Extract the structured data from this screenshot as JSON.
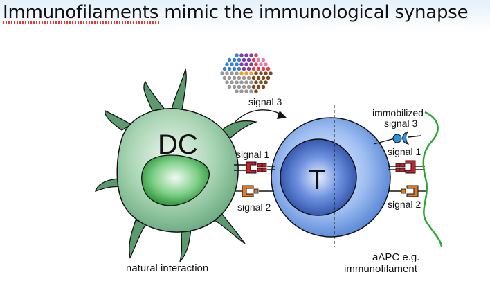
{
  "title": "Immunofilaments mimic the immunological synapse",
  "labels": {
    "dc": "DC",
    "t": "T",
    "signal3_top": "signal 3",
    "signal1_left": "signal 1",
    "signal2_left": "signal 2",
    "immobilized_line1": "immobilized",
    "immobilized_line2": "signal 3",
    "signal1_right": "signal 1",
    "signal2_right": "signal 2",
    "natural": "natural interaction",
    "aapc_line1": "aAPC e.g.",
    "aapc_line2": "immunofilament"
  },
  "colors": {
    "dc_cell": "#8fc49f",
    "dc_nucleus": "#2f9a3e",
    "t_outer": "#8fb4e8",
    "t_inner": "#2e4fa8",
    "signal1": "#c8202a",
    "signal2": "#e07a2a",
    "signal3": "#2f8fd8",
    "filament": "#2aa53a"
  }
}
